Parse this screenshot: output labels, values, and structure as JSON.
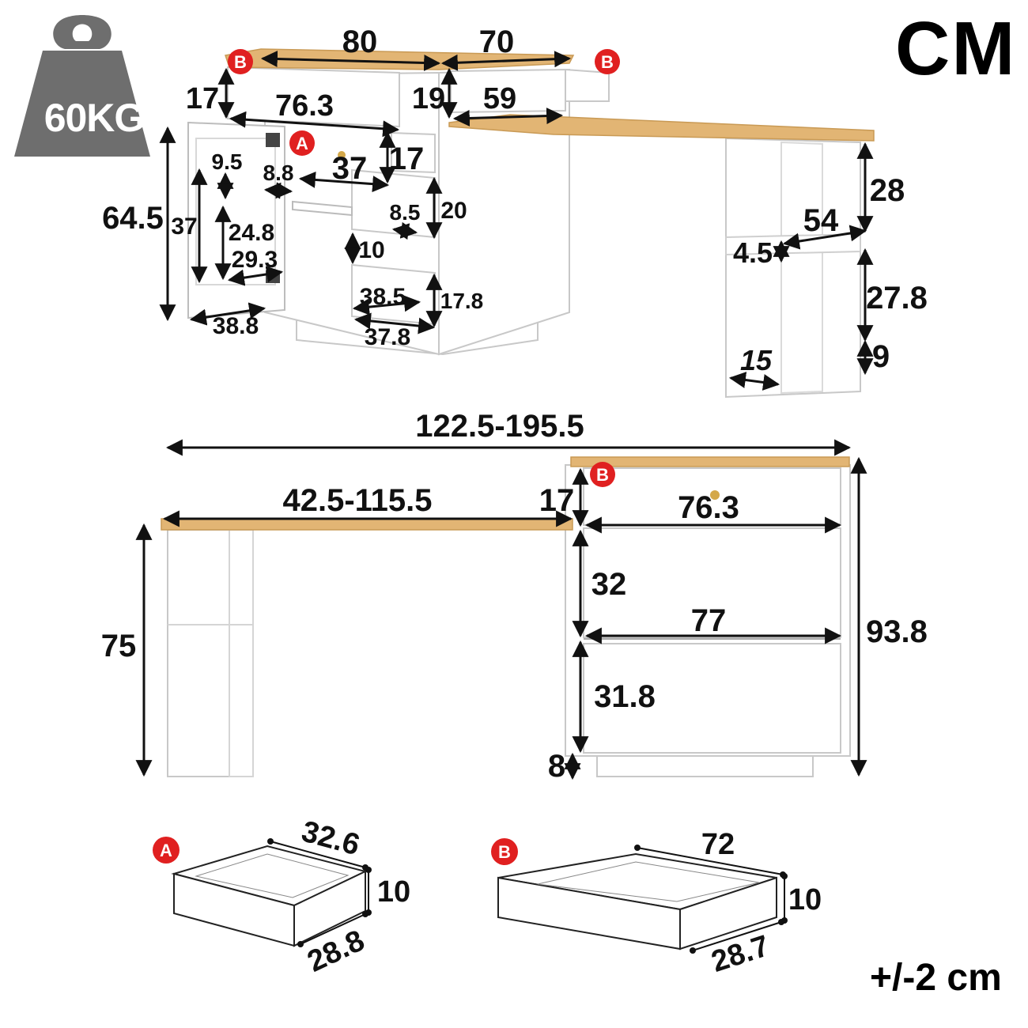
{
  "unit_label": "CM",
  "tolerance": "+/-2 cm",
  "weight": {
    "label": "60KG",
    "icon": "weight-icon",
    "color": "#6e6e6e"
  },
  "colors": {
    "wood": "#e2b574",
    "wood_edge": "#c99a55",
    "body": "#ffffff",
    "outline": "#c8c8c8",
    "badge": "#e02020",
    "ink": "#111111"
  },
  "markers": {
    "a": "A",
    "b": "B"
  },
  "top_view": {
    "top_width_left": "80",
    "top_width_right": "70",
    "drawer_height": "17",
    "drawer_width": "76.3",
    "small_drawer_height": "19",
    "small_drawer_width": "59",
    "cabinet_height": "64.5",
    "door_height": "37",
    "door_shelf_gap": "9.5",
    "door_shelf_depth": "8.8",
    "door_lower_height": "24.8",
    "door_width": "29.3",
    "inner_width": "37",
    "upper_drawer_height": "17",
    "upper_compartment_height": "20",
    "handle_width": "8.5",
    "gap": "10",
    "lower_compartment_width": "38.5",
    "lower_compartment_height": "17.8",
    "side_depth": "38.8",
    "base_width": "37.8",
    "leg_upper_height": "28",
    "leg_width": "54",
    "leg_shelf_thickness": "4.5",
    "leg_lower_height": "27.8",
    "leg_bottom_gap": "9",
    "leg_thickness": "15"
  },
  "front_view": {
    "total_width": "122.5-195.5",
    "desk_extension": "42.5-115.5",
    "drawer_height": "17",
    "drawer_width": "76.3",
    "upper_shelf_height": "32",
    "shelf_width": "77",
    "lower_shelf_height": "31.8",
    "plinth_height": "8",
    "desk_height": "75",
    "cabinet_height": "93.8"
  },
  "drawer_a": {
    "length": "32.6",
    "height": "10",
    "depth": "28.8"
  },
  "drawer_b": {
    "length": "72",
    "height": "10",
    "depth": "28.7"
  }
}
